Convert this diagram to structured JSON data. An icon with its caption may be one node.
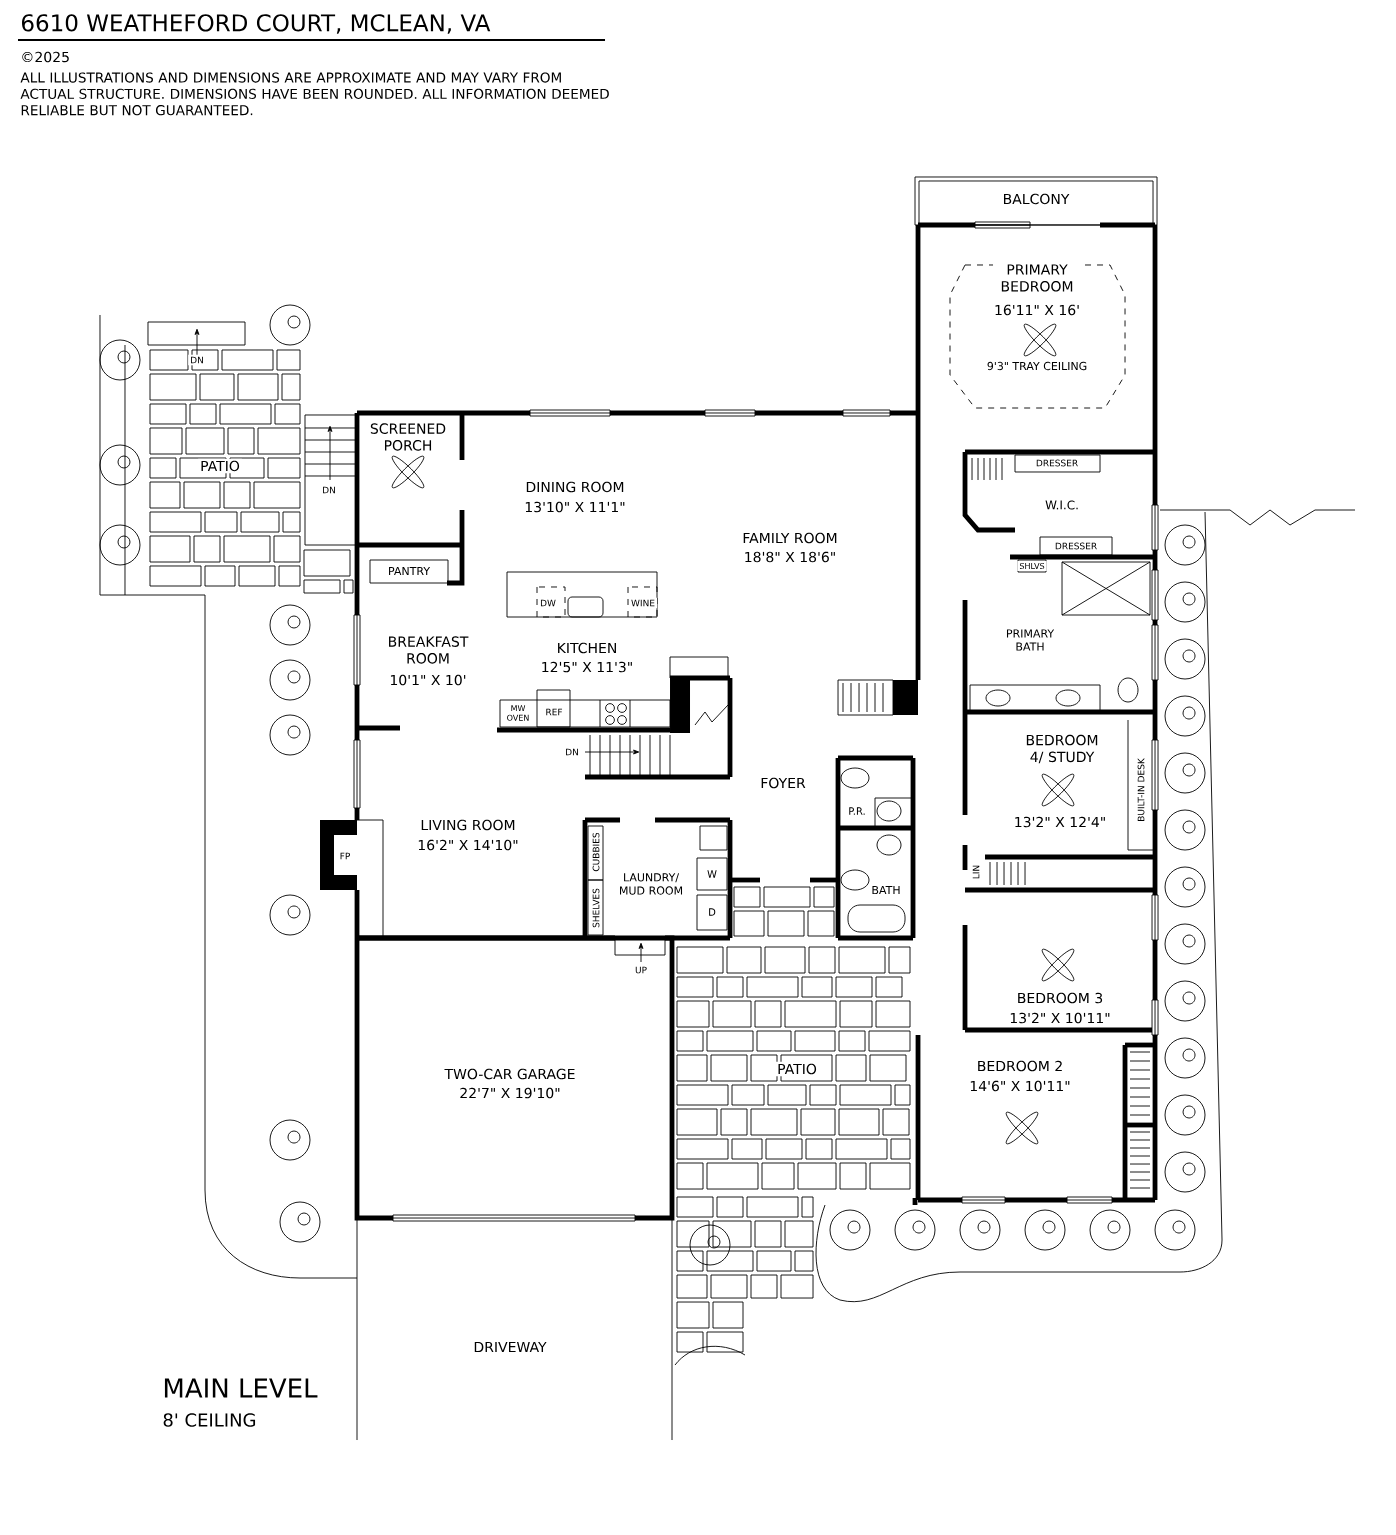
{
  "diagram": {
    "title": "6610 WEATHEFORD COURT, MCLEAN, VA",
    "labels": [
      "©2025",
      "ALL ILLUSTRATIONS AND DIMENSIONS ARE APPROXIMATE AND MAY VARY FROM ACTUAL STRUCTURE. DIMENSIONS HAVE BEEN ROUNDED. ALL INFORMATION DEEMED RELIABLE BUT NOT GUARANTEED.",
      "BALCONY",
      "PRIMARY BEDROOM",
      "16'11\" X 16'",
      "9'3\" TRAY CEILING",
      "DN",
      "PATIO",
      "SCREENED PORCH",
      "DN",
      "DINING ROOM",
      "13'10\" X 11'1\"",
      "FAMILY ROOM",
      "18'8\" X 18'6\"",
      "W.I.C.",
      "DRESSER",
      "DRESSER",
      "PANTRY",
      "DW",
      "WINE",
      "SHLVS",
      "BREAKFAST ROOM",
      "10'1\" X 10'",
      "KITCHEN",
      "12'5\" X 11'3\"",
      "PRIMARY BATH",
      "MW OVEN",
      "REF",
      "DN",
      "BEDROOM 4/ STUDY",
      "FOYER",
      "P.R.",
      "BUILT-IN DESK",
      "LIVING ROOM",
      "16'2\" X 14'10\"",
      "13'2\" X 12'4\"",
      "CUBBIES",
      "FP",
      "LAUNDRY/ MUD ROOM",
      "W",
      "LIN",
      "BATH",
      "SHELVES",
      "D",
      "UP",
      "BEDROOM 3",
      "13'2\" X 10'11\"",
      "BEDROOM 2",
      "PATIO",
      "TWO-CAR GARAGE",
      "14'6\" X 10'11\"",
      "22'7\" X 19'10\"",
      "DRIVEWAY",
      "MAIN LEVEL",
      "8' CEILING"
    ]
  }
}
